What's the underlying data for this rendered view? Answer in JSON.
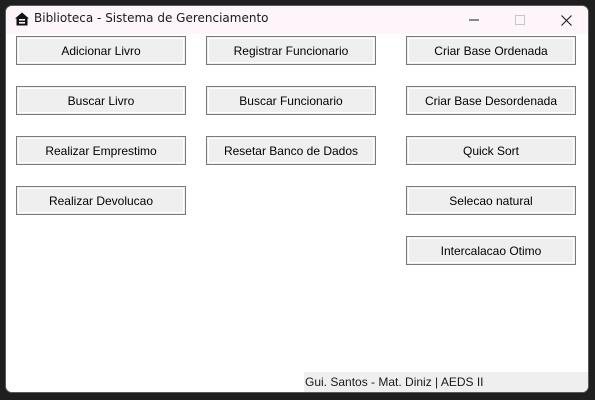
{
  "window": {
    "title": "Biblioteca - Sistema de Gerenciamento",
    "icon": "home-icon",
    "controls": [
      "minimize-icon",
      "maximize-icon",
      "close-icon"
    ]
  },
  "buttons": {
    "adicionar_livro": "Adicionar Livro",
    "registrar_funcionario": "Registrar Funcionario",
    "criar_base_ordenada": "Criar Base Ordenada",
    "buscar_livro": "Buscar Livro",
    "buscar_funcionario": "Buscar Funcionario",
    "criar_base_desordenada": "Criar Base Desordenada",
    "realizar_emprestimo": "Realizar Emprestimo",
    "resetar_banco": "Resetar Banco de Dados",
    "quick_sort": "Quick Sort",
    "realizar_devolucao": "Realizar Devolucao",
    "selecao_natural": "Selecao natural",
    "intercalacao_otimo": "Intercalacao Otimo"
  },
  "status": {
    "text": "Gui. Santos - Mat. Diniz | AEDS II"
  },
  "colors": {
    "titlebar_bg": "#fdf5fa",
    "button_bg": "#efefef",
    "button_border": "#7a7a7a",
    "statusbar_bg": "#efefef"
  }
}
